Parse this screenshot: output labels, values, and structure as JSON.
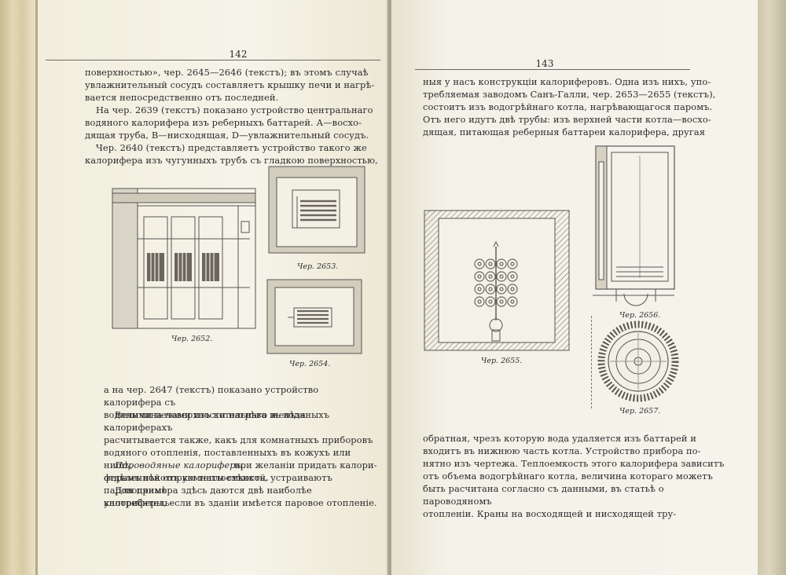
{
  "left_page": {
    "page_number": "142",
    "paragraphs": [
      "поверхностью», чер. 2645—2646 (текстъ); въ этомъ случаѣ\nувлажнительный сосудъ составляетъ крышку печи и нагрѣ-\nвается непосредственно отъ последней.",
      "На чер. 2639 (текстъ) показано устройство центральнаго\nводяного калорифера изъ реберныхъ баттарей. А—восхо-\nдящая труба, В—нисходящая, D—увлажнительный сосудъ.",
      "Чер. 2640 (текстъ) представляетъ устройство такого же\nкалорифера изъ чугунныхъ трубъ съ гладкою поверхностью,",
      "а на чер. 2647 (текстъ) показано устройство калорифера съ\nводяными печами изъ котельнаго желѣза.",
      "Величина поверхности нагрѣва въ водяныхъ калориферахъ\nрасчитывается также, какъ для комнатныхъ приборовъ\nводяного отопленія, поставленныхъ въ кожухъ или нишѣ,\nотдѣленной отъ комнаты стѣнкой.",
      "при желаніи придать калори-\nферамъ нѣкоторую теплоемкость, устраиваютъ пароводяные\nкалориферы, если въ зданіи имѣется паровое отопленіе.",
      "Для примѣра здѣсь даются двѣ наиболѣе употребитель-"
    ],
    "italic_heading": "Пароводяные калориферы.",
    "captions": {
      "fig_2652": "Чер. 2652.",
      "fig_2653": "Чер. 2653.",
      "fig_2654": "Чер. 2654."
    }
  },
  "right_page": {
    "page_number": "143",
    "paragraphs": [
      "ныя у насъ конструкціи калориферовъ. Одна изъ нихъ, упо-\nтребляемая заводомъ Санъ-Галли, чер. 2653—2655 (текстъ),\nсостоитъ изъ водогрѣйнаго котла, нагрѣвающагося паромъ.\nОтъ него идутъ двѣ трубы: изъ верхней части котла—восхо-\nдящая, питающая реберныя баттареи калорифера, другая",
      "обратная, чрезъ которую вода удаляется изъ баттарей и\nвходитъ въ нижнюю часть котла. Устройство прибора по-\nнятно изъ чертежа. Теплоемкость этого калорифера зависитъ\nотъ объема водогрѣйнаго котла, величина котораго можетъ\nбыть расчитана согласно съ данными, въ статьѣ о пароводяномъ\nотопленіи. Краны на восходящей и нисходящей тру-"
    ],
    "captions": {
      "fig_2655": "Чер. 2655.",
      "fig_2656": "Чер. 2656.",
      "fig_2657": "Чер. 2657."
    }
  }
}
